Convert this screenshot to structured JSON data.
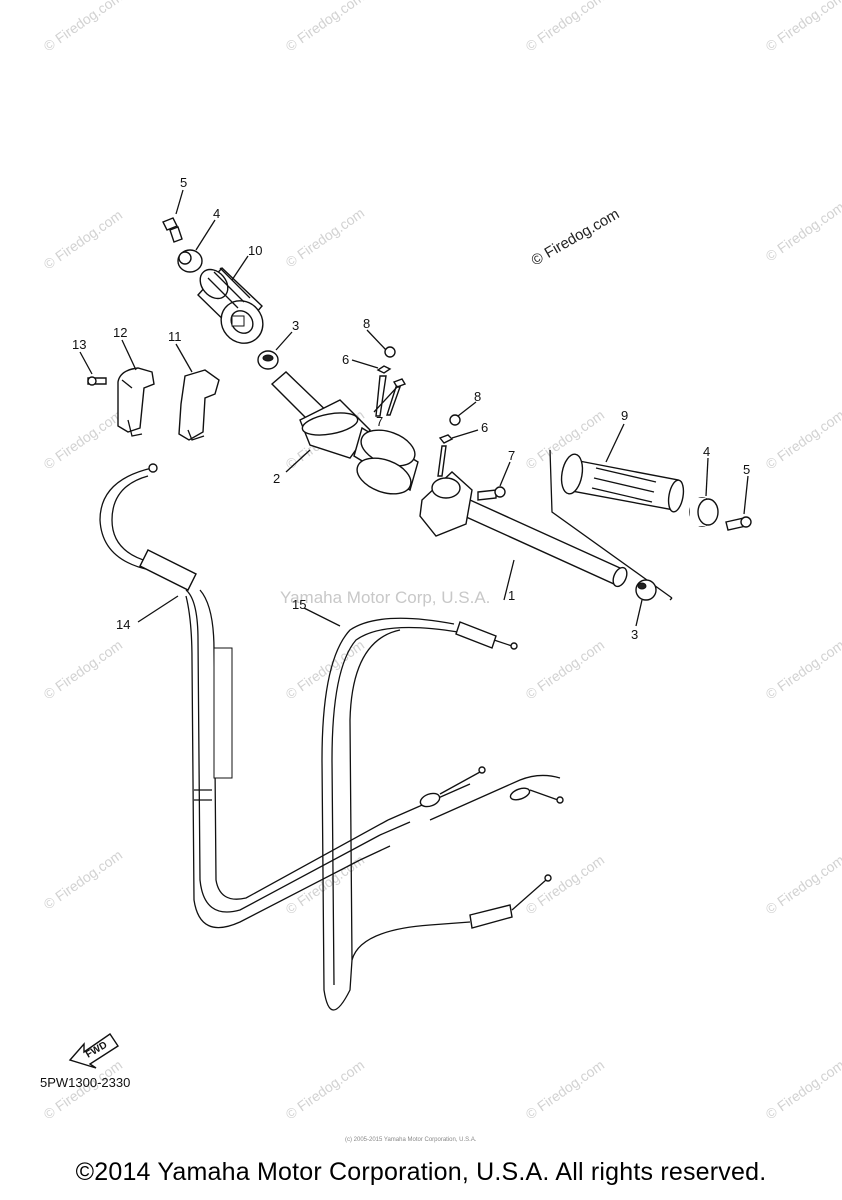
{
  "page": {
    "diagram_code": "5PW1300-2330",
    "footer_text": "©2014 Yamaha Motor Corporation, U.S.A. All rights reserved.",
    "center_watermark": "Yamaha Motor Corp, U.S.A.",
    "corner_watermark": "© Firedog.com",
    "repeated_watermark": "© Firedog.com",
    "tiny_print": "(c) 2005-2015 Yamaha Motor Corporation, U.S.A.",
    "fwd_label": "FWD"
  },
  "callouts": {
    "c1": "1",
    "c2": "2",
    "c3a": "3",
    "c3b": "3",
    "c4a": "4",
    "c4b": "4",
    "c5a": "5",
    "c5b": "5",
    "c6a": "6",
    "c6b": "6",
    "c7a": "7",
    "c7b": "7",
    "c8a": "8",
    "c8b": "8",
    "c9": "9",
    "c10": "10",
    "c11": "11",
    "c12": "12",
    "c13": "13",
    "c14": "14",
    "c15": "15"
  },
  "colors": {
    "line": "#111111",
    "watermark": "#d2d2d2",
    "background": "#ffffff"
  }
}
